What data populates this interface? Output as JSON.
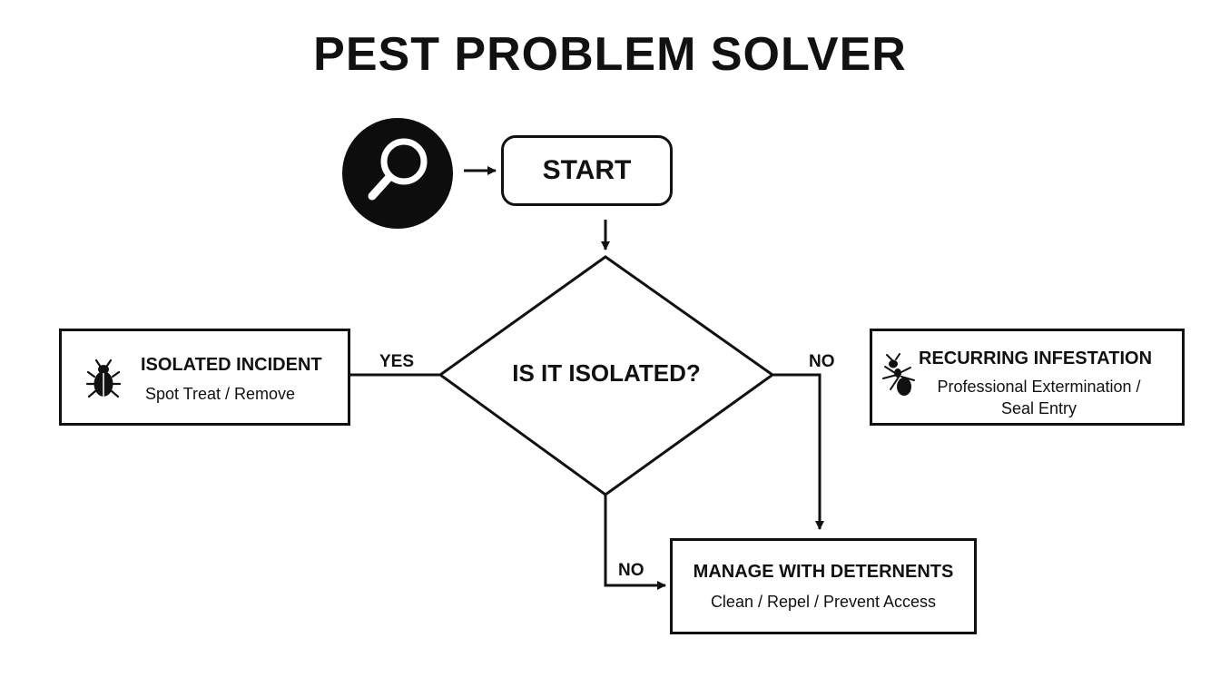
{
  "title": "PEST PROBLEM SOLVER",
  "nodes": {
    "start": {
      "label": "START"
    },
    "decision": {
      "label": "IS IT ISOLATED?"
    },
    "isolated": {
      "title": "ISOLATED INCIDENT",
      "subtitle": "Spot Treat / Remove"
    },
    "recurring": {
      "title": "RECURRING INFESTATION",
      "subtitle_line1": "Professional Extermination /",
      "subtitle_line2": "Seal Entry"
    },
    "manage": {
      "title": "MANAGE WITH DETERNENTS",
      "subtitle": "Clean / Repel / Prevent Access"
    }
  },
  "edges": {
    "yes_label": "YES",
    "no_right_label": "NO",
    "no_bottom_label": "NO"
  },
  "icons": {
    "start_icon": "magnifier-icon",
    "isolated_icon": "beetle-icon",
    "recurring_icon": "ant-icon"
  },
  "colors": {
    "ink": "#111111",
    "background": "#ffffff"
  }
}
